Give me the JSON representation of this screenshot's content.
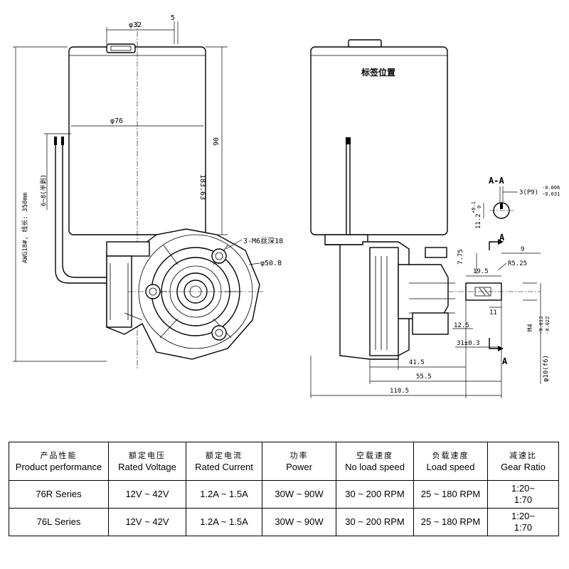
{
  "drawing": {
    "left_view": {
      "dim_top_diameter": "φ32",
      "dim_top_offset": "5",
      "dim_body_diameter": "φ76",
      "dim_body_height": "90",
      "dim_total_height": "183.63",
      "wire_note": "AWG18#, 线长: 350mm",
      "strip_note": "6~8(半剥)",
      "mount_holes": "3-M6丝深18",
      "flange_diameter": "φ50.8"
    },
    "right_view": {
      "label_position_text": "标签位置",
      "section_title": "A-A",
      "key_tolerance": "3(P9)",
      "key_tol_upper": "-0.006",
      "key_tol_lower": "-0.031",
      "shaft_depth": "11.2",
      "shaft_depth_tol_upper": "+0.1",
      "shaft_depth_tol_lower": "0",
      "section_mark_top": "A",
      "section_mark_bottom": "A",
      "dim_7_75": "7.75",
      "dim_9": "9",
      "dim_19_5": "19.5",
      "dim_r5_25": "R5.25",
      "dim_11": "11",
      "dim_m4": "M4",
      "dim_12_5": "12.5",
      "dim_31": "31±0.3",
      "dim_41_5": "41.5",
      "dim_55_5": "55.5",
      "dim_110_5": "110.5",
      "dim_shaft": "φ10(f6)",
      "dim_shaft_tol_upper": "-0.013",
      "dim_shaft_tol_lower": "-0.022"
    }
  },
  "table": {
    "headers": [
      {
        "zh": "产品性能",
        "en": "Product performance"
      },
      {
        "zh": "额定电压",
        "en": "Rated Voltage"
      },
      {
        "zh": "额定电流",
        "en": "Rated Current"
      },
      {
        "zh": "功率",
        "en": "Power"
      },
      {
        "zh": "空载速度",
        "en": "No load speed"
      },
      {
        "zh": "负载速度",
        "en": "Load speed"
      },
      {
        "zh": "减速比",
        "en": "Gear Ratio"
      }
    ],
    "rows": [
      {
        "series": "76R Series",
        "voltage": "12V ~ 42V",
        "current": "1.2A ~ 1.5A",
        "power": "30W ~ 90W",
        "no_load": "30 ~ 200 RPM",
        "load": "25 ~ 180 RPM",
        "ratio_a": "1:20~",
        "ratio_b": "1:70"
      },
      {
        "series": "76L Series",
        "voltage": "12V ~ 42V",
        "current": "1.2A ~ 1.5A",
        "power": "30W ~ 90W",
        "no_load": "30 ~ 200 RPM",
        "load": "25 ~ 180 RPM",
        "ratio_a": "1:20~",
        "ratio_b": "1:70"
      }
    ]
  }
}
